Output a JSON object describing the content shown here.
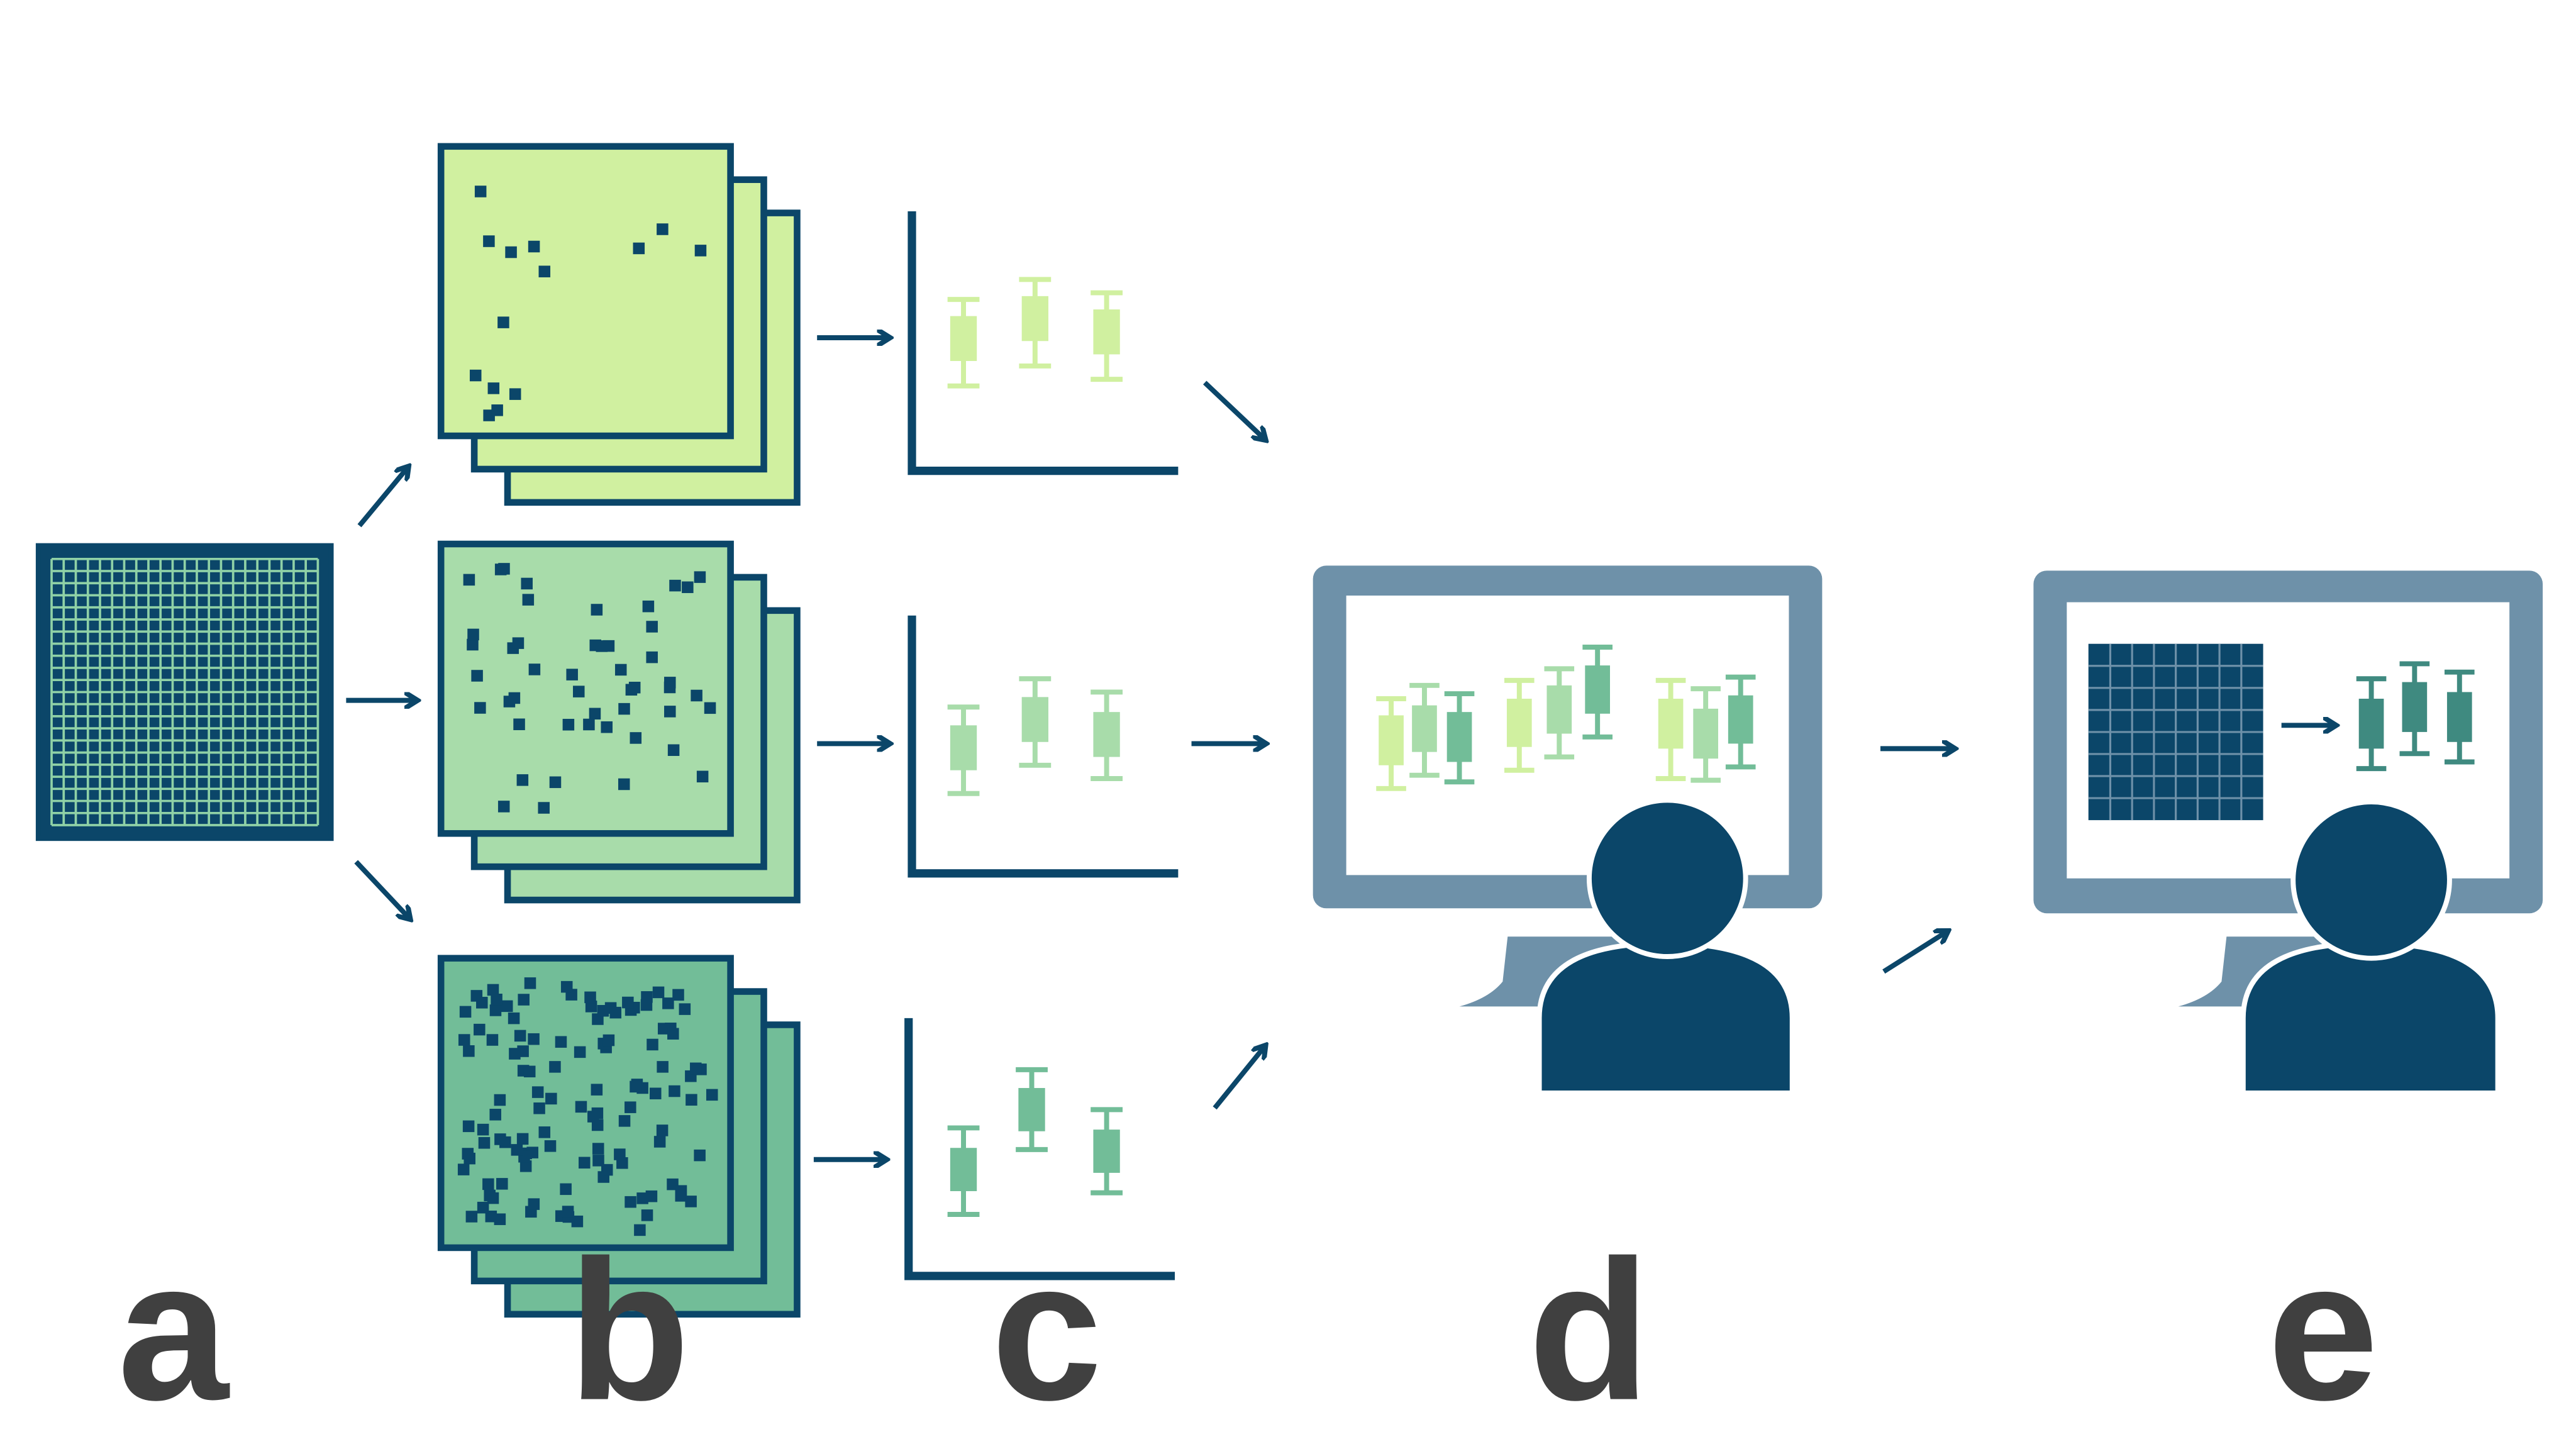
{
  "panel_labels": [
    "a",
    "b",
    "c",
    "d",
    "e"
  ],
  "colors": {
    "navy": "#0b4669",
    "grid_line": "#8fd1a6",
    "light_green": "#d0f0a0",
    "mid_green": "#a8dcaa",
    "teal_green": "#72bd98",
    "monitor_frame": "#6e91a9",
    "dark_teal": "#3f8a80",
    "white": "#ffffff"
  },
  "icons": {
    "grid_tile": "grid-tile-icon",
    "sample_stack": "sample-stack-icon",
    "boxplot": "boxplot-chart-icon",
    "monitor": "monitor-icon",
    "person": "person-icon",
    "arrow": "arrow-icon"
  }
}
